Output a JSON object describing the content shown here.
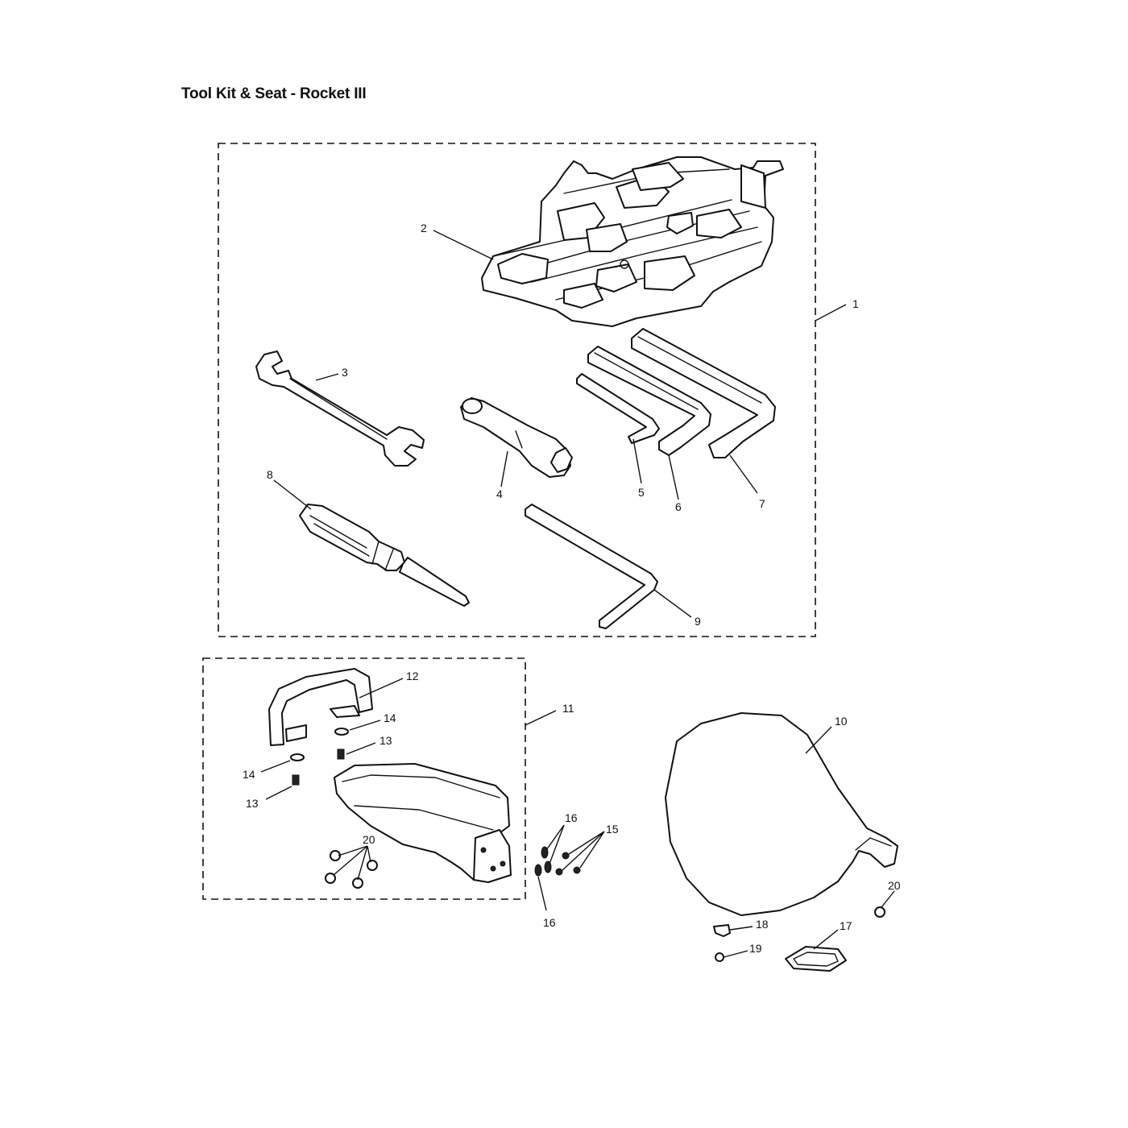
{
  "title": "Tool Kit & Seat - Rocket III",
  "callouts": {
    "c1": "1",
    "c2": "2",
    "c3": "3",
    "c4": "4",
    "c5": "5",
    "c6": "6",
    "c7": "7",
    "c8": "8",
    "c9": "9",
    "c10": "10",
    "c11": "11",
    "c12": "12",
    "c13a": "13",
    "c13b": "13",
    "c14a": "14",
    "c14b": "14",
    "c15": "15",
    "c16a": "16",
    "c16b": "16",
    "c17": "17",
    "c18": "18",
    "c19": "19",
    "c20a": "20",
    "c20b": "20"
  }
}
